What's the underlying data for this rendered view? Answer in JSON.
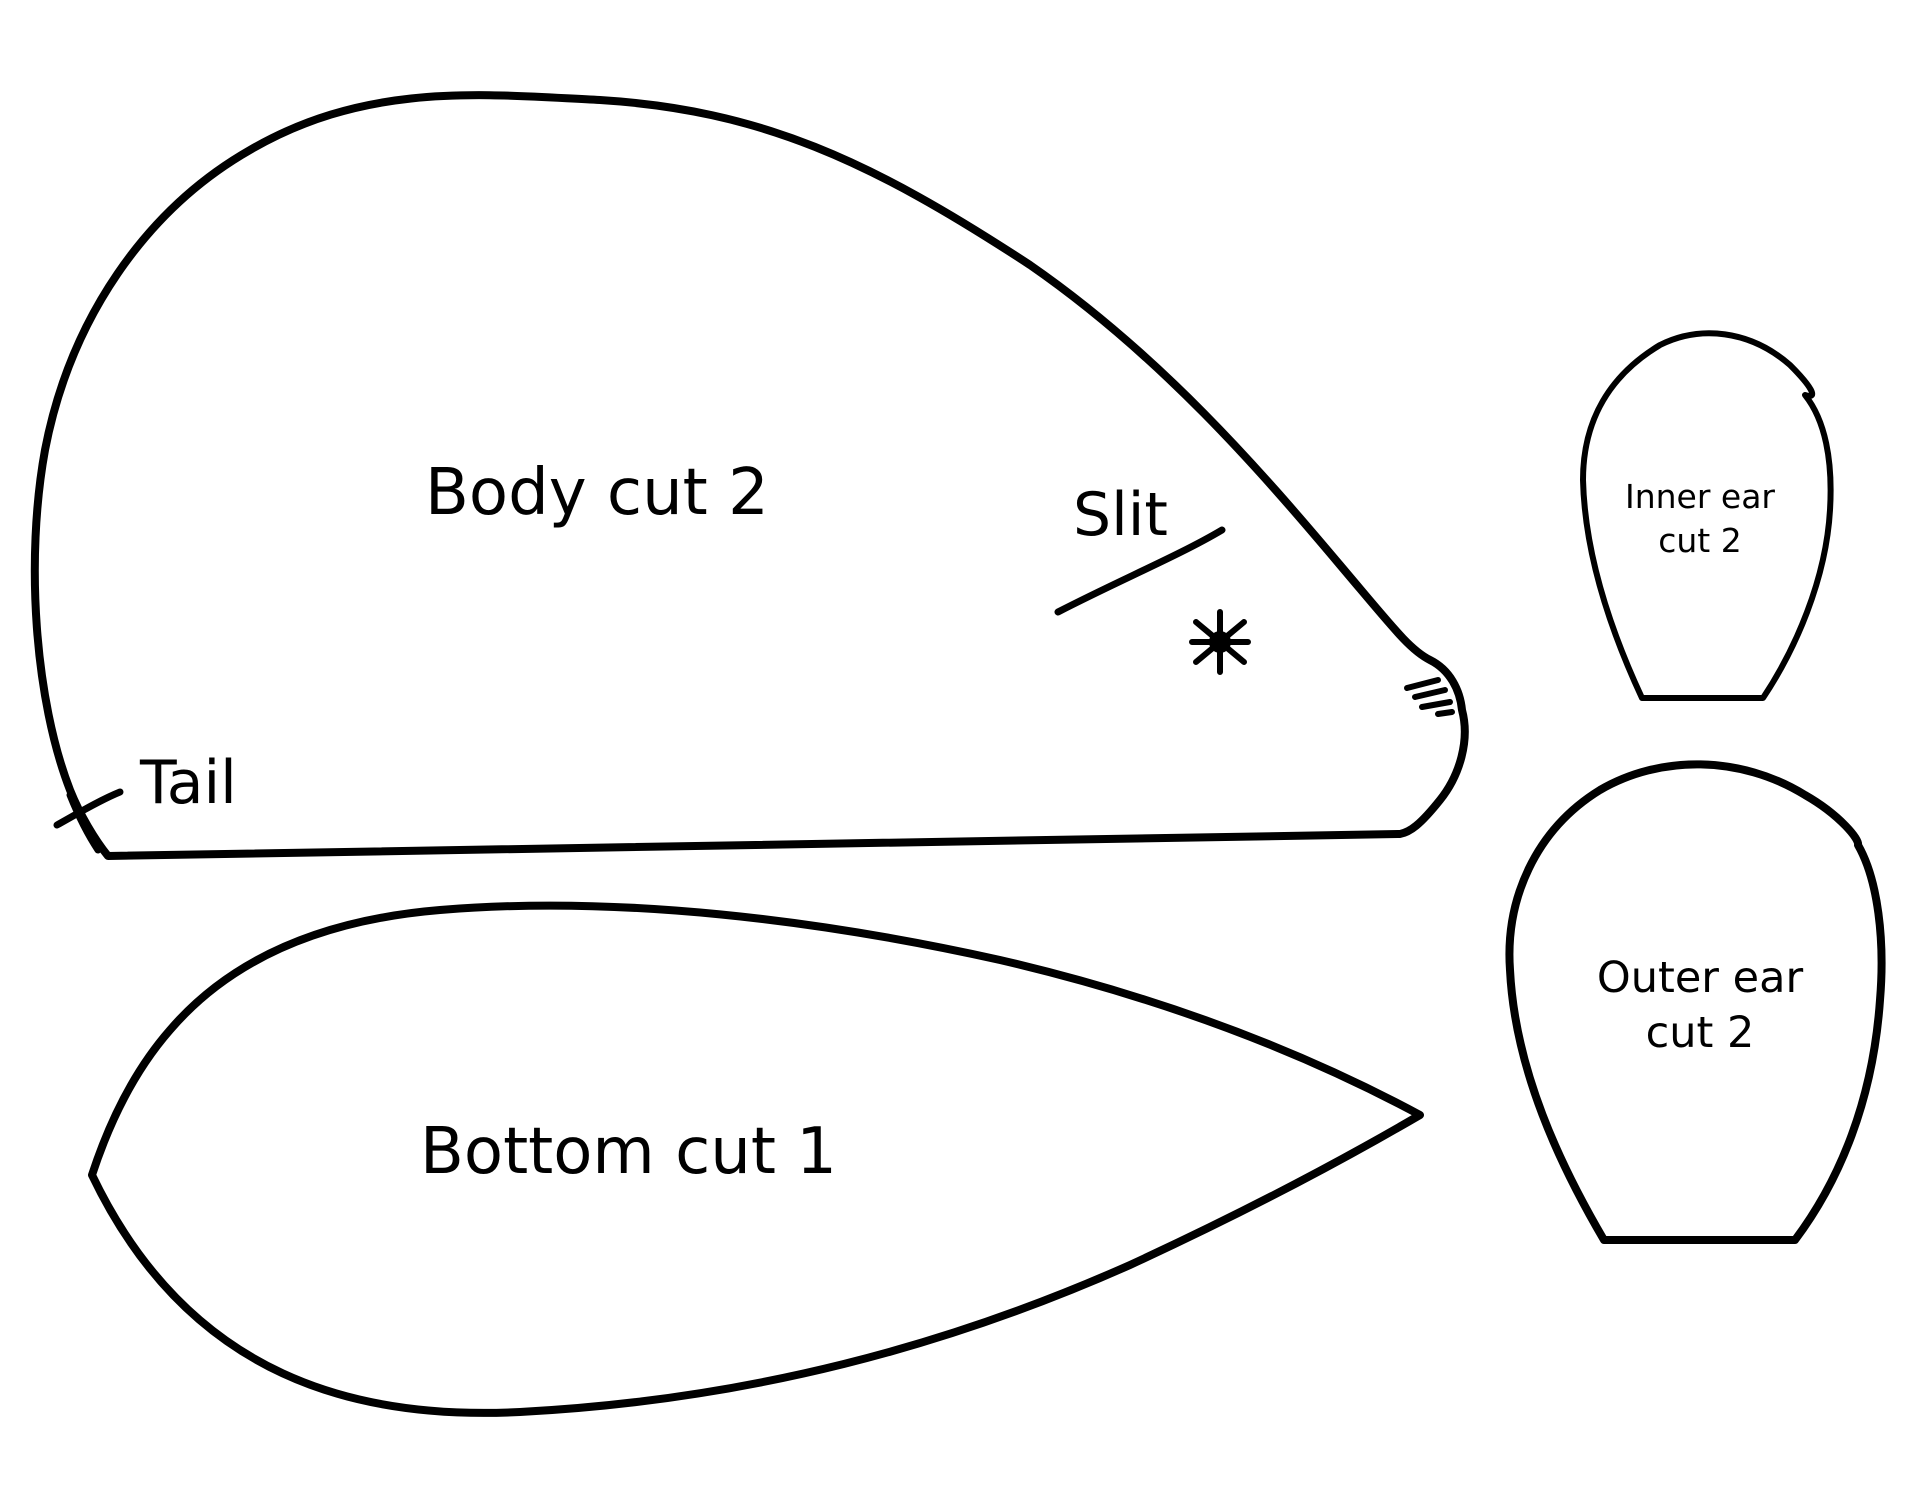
{
  "labels": {
    "body": "Body cut 2",
    "slit": "Slit",
    "tail": "Tail",
    "bottom": "Bottom cut 1",
    "inner_ear_line1": "Inner ear",
    "inner_ear_line2": "cut 2",
    "outer_ear_line1": "Outer ear",
    "outer_ear_line2": "cut 2"
  },
  "colors": {
    "ink": "#000000",
    "paper": "#ffffff"
  }
}
